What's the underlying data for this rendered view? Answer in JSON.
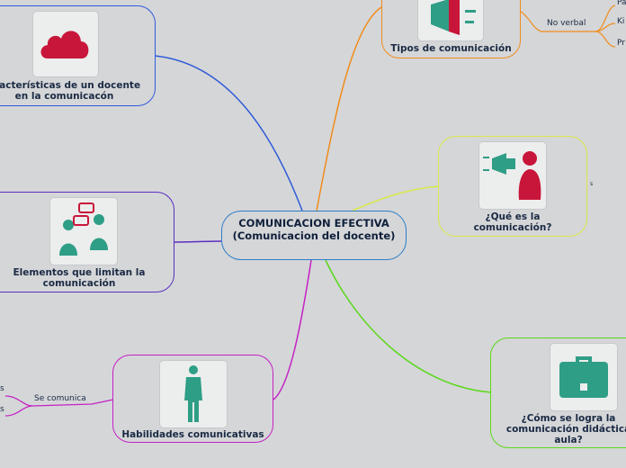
{
  "central": {
    "title": "COMUNICACION EFECTIVA (Comunicacion del docente)"
  },
  "nodes": {
    "caracteristicas": {
      "label": "aracterísticas de un docente en la comunicacón",
      "icon": "cloud-icon",
      "color": "#2f5bd8"
    },
    "elementos": {
      "label": "Elementos que limitan la comunicación",
      "icon": "people-chat-icon",
      "color": "#5a2fc0"
    },
    "habilidades": {
      "label": "Habilidades comunicativas",
      "icon": "person-suit-icon",
      "color": "#c421c4"
    },
    "tipos": {
      "label": "Tipos de comunicación",
      "icon": "megaphone-icon",
      "color": "#f08c1a"
    },
    "que_es": {
      "label": "¿Qué es la comunicación?",
      "icon": "person-megaphone-icon",
      "color": "#d8e84a"
    },
    "como": {
      "label": "¿Cómo se logra la comunicación didáctica aula?",
      "icon": "briefcase-icon",
      "color": "#5ad81a"
    }
  },
  "subtopics": {
    "no_verbal": "No verbal",
    "se_comunica": "Se comunica",
    "pa": "Pa",
    "ki": "Ki",
    "pr": "Pr",
    "s1": "s",
    "s2": "s",
    "s3": "s"
  }
}
